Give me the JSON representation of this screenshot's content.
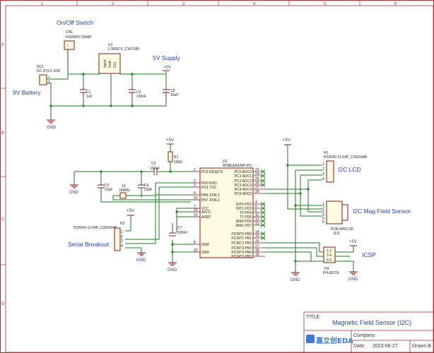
{
  "border": {
    "cols": [
      "1",
      "2",
      "3",
      "4",
      "5",
      "6"
    ],
    "rows": [
      "A",
      "B",
      "C",
      "D"
    ]
  },
  "notes": {
    "switch": "On/Off Switch",
    "battery": "9V Battery",
    "supply": "5V Supply",
    "i2c_lcd": "I2C LCD",
    "mag_sensor": "I2C Mag Field Sensor",
    "serial": "Serial Breakout",
    "icsp": "ICSP"
  },
  "components": {
    "cn1_ref": "CN1",
    "cn1_val": "HX20007-2WAP",
    "dc1_ref": "DC1",
    "dc1_val": "DC-470-2.1GP",
    "u1_ref": "U1",
    "u1_val": "L7805CV_C347289",
    "u1_pin1": "Input",
    "u1_pin2": "Gnd",
    "u1_pin3": "Out",
    "c1_ref": "C1",
    "c1_val": "1uF",
    "c2_ref": "C2",
    "c2_val": "100nF",
    "c8_ref": "C8",
    "c8_val": "10uF",
    "r1_ref": "R1",
    "r1_val": "10kΩ",
    "c3_ref": "C3",
    "c3_val": "100nF",
    "c5_ref": "C5",
    "c5_val": "22pF",
    "c6_ref": "C6",
    "c6_val": "22pF",
    "x1_ref": "X1",
    "x1_val": "16MHz",
    "c7_ref": "C7",
    "c7_val": "100nF",
    "u2_ref": "U2",
    "u2_val": "ATMEGA328P-PU",
    "h1_ref": "H1",
    "h1_val": "PZ254V-11-04P_C2691448",
    "h2_ref": "H2",
    "h2_val": "PZ254V-11-04P_C2691448",
    "h3_ref": "H3",
    "h3_val": "PH-00219",
    "rj1_ref": "RJ1",
    "rj1_val": "PCB-6P6C-90"
  },
  "power": {
    "gnd": "GND",
    "vcc": "+5V"
  },
  "u2_left_pins": [
    {
      "name": "PC6 RESET#",
      "num": "1"
    },
    {
      "name": "PD0 RXD",
      "num": "2"
    },
    {
      "name": "PD1 TXD",
      "num": "3"
    },
    {
      "name": "PB6 XTAL1",
      "num": "9"
    },
    {
      "name": "PB7 XTAL2",
      "num": "10"
    },
    {
      "name": "VCC",
      "num": "7"
    },
    {
      "name": "AVCC",
      "num": "20"
    },
    {
      "name": "AREF",
      "num": "21"
    },
    {
      "name": "GND",
      "num": "8"
    },
    {
      "name": "GND",
      "num": "22"
    }
  ],
  "u2_right_pins": [
    {
      "name": "PC0 ADC0",
      "num": "23"
    },
    {
      "name": "PC1 ADC1",
      "num": "24"
    },
    {
      "name": "PC2 ADC2",
      "num": "25"
    },
    {
      "name": "PC3 ADC3",
      "num": "26"
    },
    {
      "name": "PC4 ADC4",
      "num": "27"
    },
    {
      "name": "PC5 ADC5",
      "num": "28"
    },
    {
      "name": "INT0 PD2",
      "num": "4"
    },
    {
      "name": "INT1 PD3",
      "num": "5"
    },
    {
      "name": "T0 PD4",
      "num": "6"
    },
    {
      "name": "T1 PD5",
      "num": "11"
    },
    {
      "name": "AIN0 PD6",
      "num": "12"
    },
    {
      "name": "AIN1 PD7",
      "num": "13"
    },
    {
      "name": "PCINT0 PB0",
      "num": "14"
    },
    {
      "name": "PCINT1 PB1",
      "num": "15"
    },
    {
      "name": "PCINT2 PB2",
      "num": "16"
    },
    {
      "name": "PCINT3 PB3",
      "num": "17"
    },
    {
      "name": "PCINT4 PB4",
      "num": "18"
    },
    {
      "name": "PCINT5 PB5",
      "num": "19"
    }
  ],
  "title_block": {
    "title_label": "TITLE:",
    "title": "Magnetic Field Sensor (I2C)",
    "company_label": "Company:",
    "logo": "嘉立创EDA",
    "date_label": "Date:",
    "date": "2023-06-27",
    "drawn_label": "Drawn B"
  },
  "colors": {
    "wire": "#1d7a1d",
    "component": "#8a1a1a",
    "note": "#1f47c4",
    "border": "#a33333"
  }
}
